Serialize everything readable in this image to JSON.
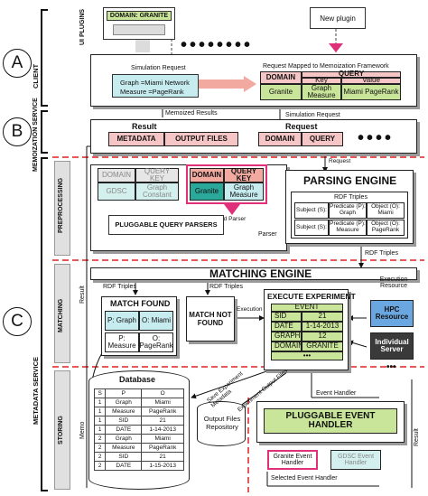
{
  "side_labels": {
    "client": "CLIENT",
    "memo_service": "MEMOIZATION SERVICE",
    "metadata_service": "METADATA SERVICE",
    "preprocessing": "PREPROCESSING",
    "matching": "MATCHING",
    "storing": "STORING"
  },
  "markers": {
    "a": "A",
    "b": "B",
    "c": "C"
  },
  "client": {
    "ui_plugins": "UI PLUGINS",
    "domain_granite": "DOMAIN: GRANITE",
    "new_plugin": "New plugin",
    "simulation_request": "Simulation Request",
    "graph_network": "Graph =Miami Network",
    "measure_pagerank": "Measure =PageRank",
    "request_mapped": "Request Mapped to Memoization Framework",
    "table": {
      "domain": "DOMAIN",
      "query": "QUERY",
      "key": "Key",
      "value": "Value",
      "granite": "Granite",
      "graph_measure": "Graph Measure",
      "miami_pagerank": "Miami PageRank"
    }
  },
  "memo": {
    "memoized_results": "Memoized Results",
    "simulation_request": "Simulation Request",
    "result": "Result",
    "metadata": "METADATA",
    "output_files": "OUTPUT FILES",
    "request": "Request",
    "domain": "DOMAIN",
    "query": "QUERY",
    "request_down": "Request"
  },
  "pre": {
    "domain": "DOMAIN",
    "query_key": "QUERY KEY",
    "gdsc": "GDSC",
    "graph_constant": "Graph Constant",
    "granite": "Granite",
    "graph_measure": "Graph Measure",
    "selected_parser": "Selected Parser",
    "pluggable_parsers": "PLUGGABLE QUERY PARSERS",
    "parser": "Parser",
    "parsing_engine": "PARSING ENGINE",
    "rdf_triples_title": "RDF Triples",
    "subject": "Subject (S):",
    "predicate1": "Predicate (P): Graph",
    "object1": "Object (O): Miami",
    "predicate2": "Predicate (P): Measure",
    "object2": "Object (O): PageRank",
    "rdf_triples_out": "RDF Triples"
  },
  "matching": {
    "matching_engine": "MATCHING ENGINE",
    "rdf_triples_left": "RDF Triples",
    "rdf_triples_right": "RDF Triples",
    "result": "Result",
    "match_found": "MATCH FOUND",
    "p_graph": "P: Graph",
    "o_miami": "O: Miami",
    "p_measure": "P: Measure",
    "o_pagerank": "O: PageRank",
    "match_not_found": "MATCH NOT FOUND",
    "execution_request": "Execution Request",
    "execute_experiment": "EXECUTE EXPERIMENT",
    "event": "EVENT",
    "sid": "SID",
    "sid_val": "21",
    "date": "DATE",
    "date_val": "1-14-2013",
    "graph": "GRAPH",
    "graph_val": "12",
    "domain": "DOMAIN",
    "domain_val": "GRANITE",
    "ellipsis": "•••",
    "execution_resource": "Execution Resource",
    "hpc_resource": "HPC Resource",
    "individual_server": "Individual Server"
  },
  "storing": {
    "memo": "Memo",
    "database": "Database",
    "db_header": [
      "S",
      "P",
      "O"
    ],
    "db_rows": [
      [
        "1",
        "Graph",
        "Miami"
      ],
      [
        "1",
        "Measure",
        "PageRank"
      ],
      [
        "1",
        "SID",
        "21"
      ],
      [
        "1",
        "DATE",
        "1-14-2013"
      ],
      [
        "2",
        "Graph",
        "Miami"
      ],
      [
        "2",
        "Measure",
        "PageRank"
      ],
      [
        "2",
        "SID",
        "21"
      ],
      [
        "2",
        "DATE",
        "1-15-2013"
      ]
    ],
    "output_files_repo": "Output Files Repository",
    "save_experiment_metadata": "Save Experiment Metadata",
    "save_experiment_output": "Experiment Output Files",
    "event_handler": "Event Handler",
    "pluggable_event_handler": "PLUGGABLE EVENT HANDLER",
    "granite_event_handler": "Granite Event Handler",
    "gdsc_event_handler": "GDSC Event Handler",
    "selected_event_handler": "Selected Event Handler",
    "result": "Result"
  },
  "colors": {
    "green": "#c9e59a",
    "cyan": "#c7ecf0",
    "pink": "#f6c6c6",
    "salmon": "#f1a9a0",
    "blue": "#6aa7e0",
    "magenta": "#e0307a",
    "red_dashed": "#e02020",
    "gray": "#e0e0e0",
    "teal": "#2aa89a",
    "dark": "#3a3a3a"
  }
}
